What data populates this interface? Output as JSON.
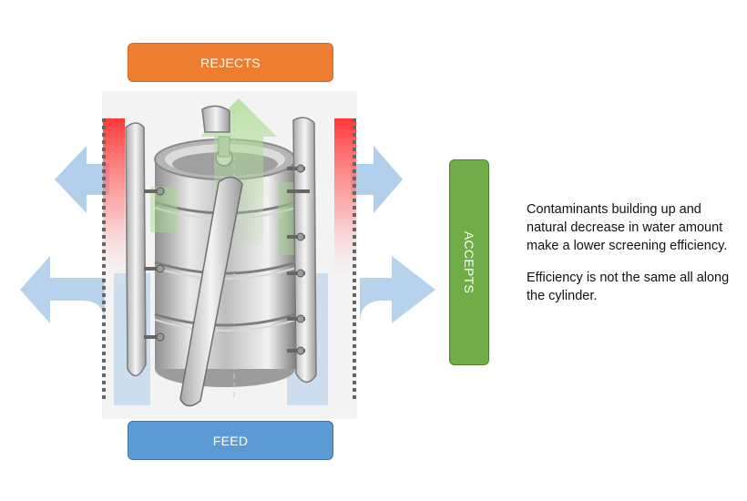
{
  "labels": {
    "rejects": "REJECTS",
    "feed": "FEED",
    "accepts": "ACCEPTS"
  },
  "description": {
    "paragraph_1": "Contaminants building up and natural decrease in water amount make a lower screening efficiency.",
    "paragraph_2": "Efficiency is not the same all along the cylinder."
  },
  "colors": {
    "rejects": "#ed7d31",
    "feed": "#5b9bd5",
    "accepts": "#70ad47",
    "flow_arrows": "#9dc3e6",
    "contaminant_gradient": "#ff3b3b",
    "cylinder_metal": "#c8c8c8"
  },
  "icons": {
    "flow_arrow": "flow-arrow-icon",
    "screen": "screen-cylinder-icon"
  }
}
